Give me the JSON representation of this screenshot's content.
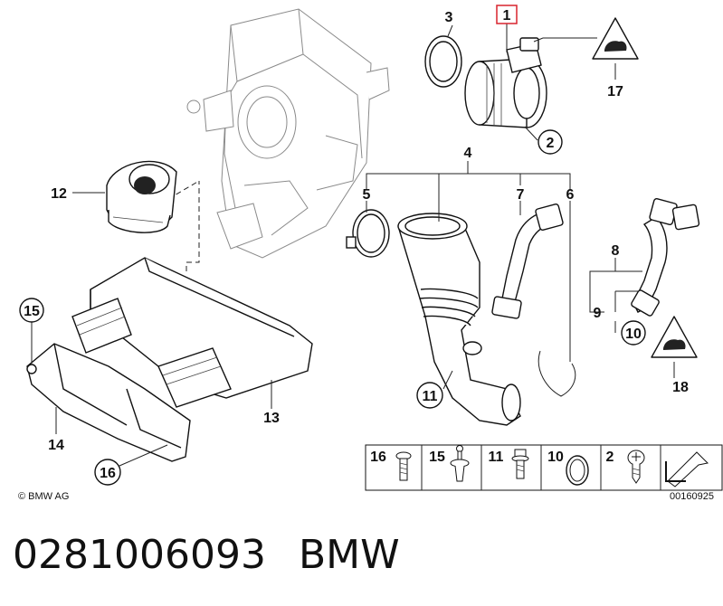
{
  "callouts": {
    "c1": "1",
    "c2": "2",
    "c3": "3",
    "c4": "4",
    "c5": "5",
    "c6": "6",
    "c7": "7",
    "c8": "8",
    "c9": "9",
    "c10": "10",
    "c11": "11",
    "c12": "12",
    "c13": "13",
    "c14": "14",
    "c15": "15",
    "c16": "16",
    "c17": "17",
    "c18": "18"
  },
  "highlight_color": "#d9232d",
  "legend": {
    "items": [
      {
        "num": "16",
        "icon": "screw-icon"
      },
      {
        "num": "15",
        "icon": "expanding-rivet-icon"
      },
      {
        "num": "11",
        "icon": "hex-bolt-icon"
      },
      {
        "num": "10",
        "icon": "o-ring-icon"
      },
      {
        "num": "2",
        "icon": "pan-head-screw-icon"
      }
    ],
    "arrow_icon": "arrow-icon"
  },
  "copyright": "© BMW AG",
  "diagram_id": "00160925",
  "part_number": "0281006093",
  "brand": "BMW"
}
